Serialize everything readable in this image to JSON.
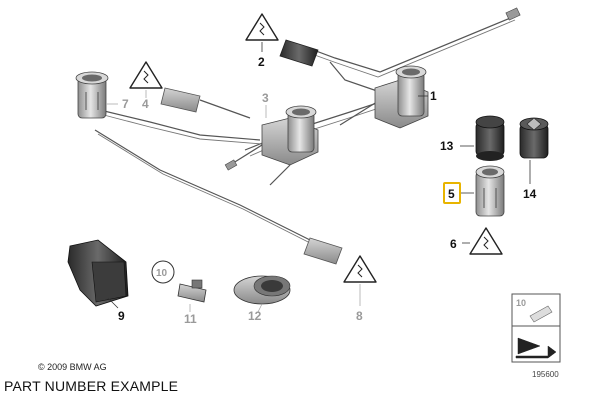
{
  "diagram": {
    "callouts": {
      "c1": "1",
      "c2": "2",
      "c3": "3",
      "c4": "4",
      "c5": "5",
      "c6": "6",
      "c7": "7",
      "c8": "8",
      "c9": "9",
      "c10": "10",
      "c11": "11",
      "c12": "12",
      "c13": "13",
      "c14": "14"
    },
    "legend_label": "10",
    "copyright": "© 2009 BMW AG",
    "reference_number": "195600",
    "caption": "PART NUMBER EXAMPLE",
    "colors": {
      "highlight_box": "#e8b400",
      "active_label": "#111111",
      "inactive_label": "#9a9a9a",
      "part_fill": "#c8c8c8"
    }
  }
}
